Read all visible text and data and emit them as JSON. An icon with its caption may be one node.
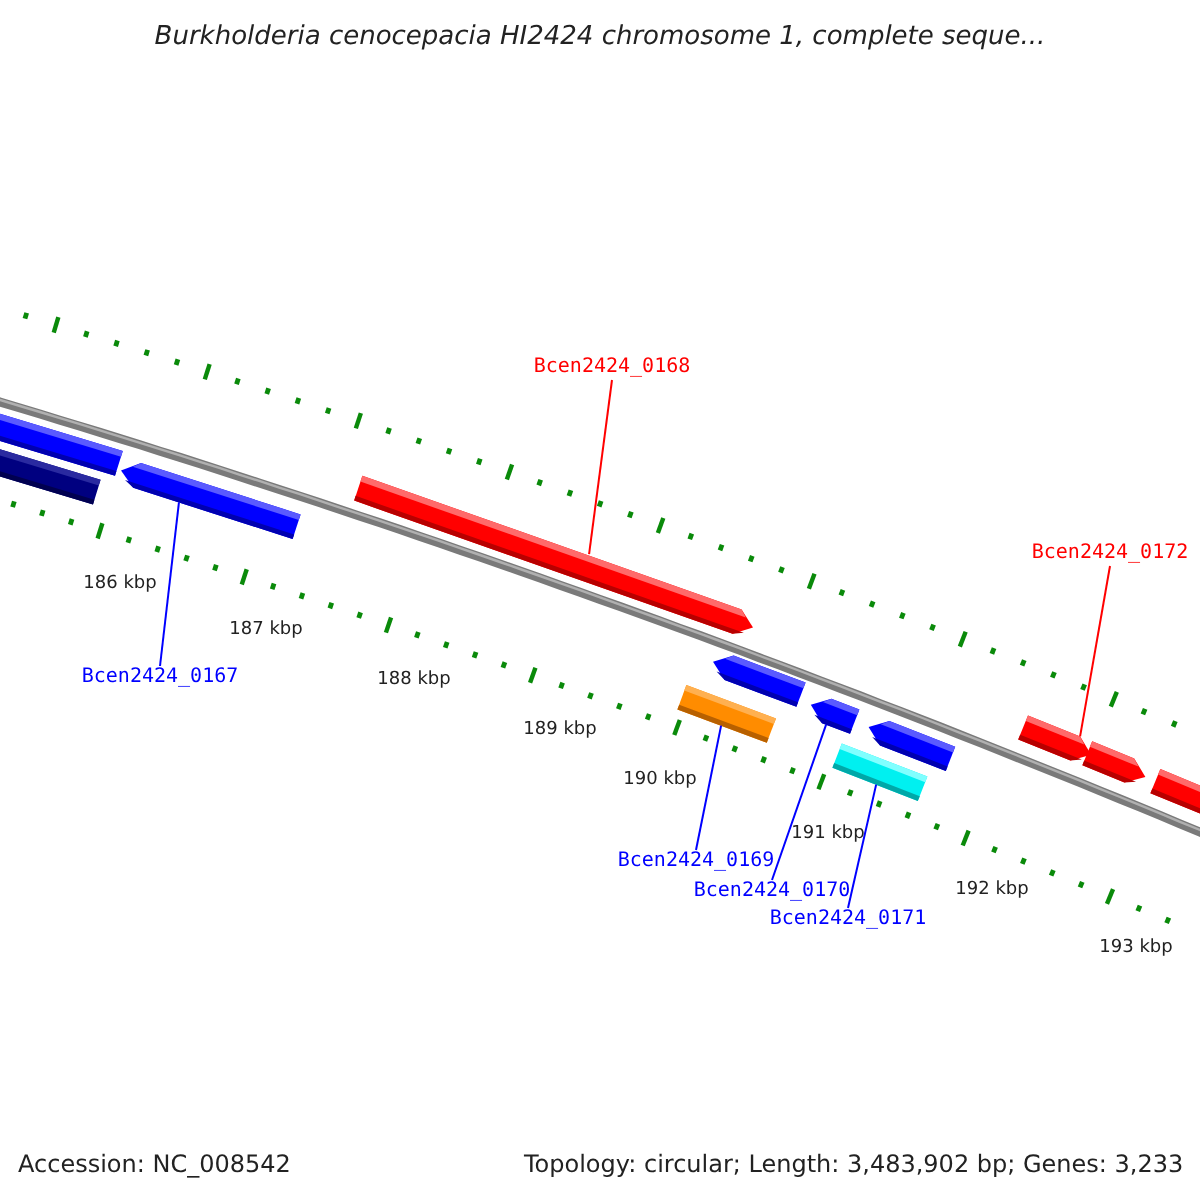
{
  "diagram": {
    "title": "Burkholderia cenocepacia HI2424 chromosome 1, complete seque...",
    "nodes": [
      {
        "text": [],
        "shape": "bar"
      },
      {
        "text": [],
        "shape": "bar"
      },
      {
        "text": [],
        "shape": "arrow"
      },
      {
        "text": [],
        "shape": "arrow"
      },
      {
        "text": [],
        "shape": "bar"
      },
      {
        "text": [],
        "shape": "arrow"
      },
      {
        "text": [],
        "shape": "arrow"
      },
      {
        "text": [],
        "shape": "bar"
      },
      {
        "text": [],
        "shape": "arrow"
      },
      {
        "text": [],
        "shape": "arrow"
      },
      {
        "text": [],
        "shape": "arrow"
      },
      {
        "text": [],
        "shape": "arrow"
      },
      {
        "text": [
          "Bcen2424_0168"
        ]
      },
      {
        "text": [
          "Bcen2424_0172"
        ]
      },
      {
        "text": [
          "Bcen2424_0167"
        ]
      },
      {
        "text": [
          "Bcen2424_0169"
        ]
      },
      {
        "text": [
          "Bcen2424_0170"
        ]
      },
      {
        "text": [
          "Bcen2424_0171"
        ]
      }
    ],
    "edges": [
      {
        "from": 12,
        "to": 3,
        "arrow": "none",
        "color": "#ff0000"
      },
      {
        "from": 13,
        "to": 9,
        "arrow": "none",
        "color": "#ff0000"
      },
      {
        "from": 14,
        "to": 2,
        "arrow": "none"
      },
      {
        "from": 15,
        "to": 4,
        "arrow": "none"
      },
      {
        "from": 16,
        "to": 6,
        "arrow": "none"
      },
      {
        "from": 17,
        "to": 7,
        "arrow": "none"
      }
    ],
    "labels": [
      "186 kbp",
      "187 kbp",
      "188 kbp",
      "189 kbp",
      "190 kbp",
      "191 kbp",
      "192 kbp",
      "193 kbp",
      "Accession: NC_008542",
      "Topology: circular; Length: 3,483,902 bp; Genes: 3,233"
    ]
  }
}
